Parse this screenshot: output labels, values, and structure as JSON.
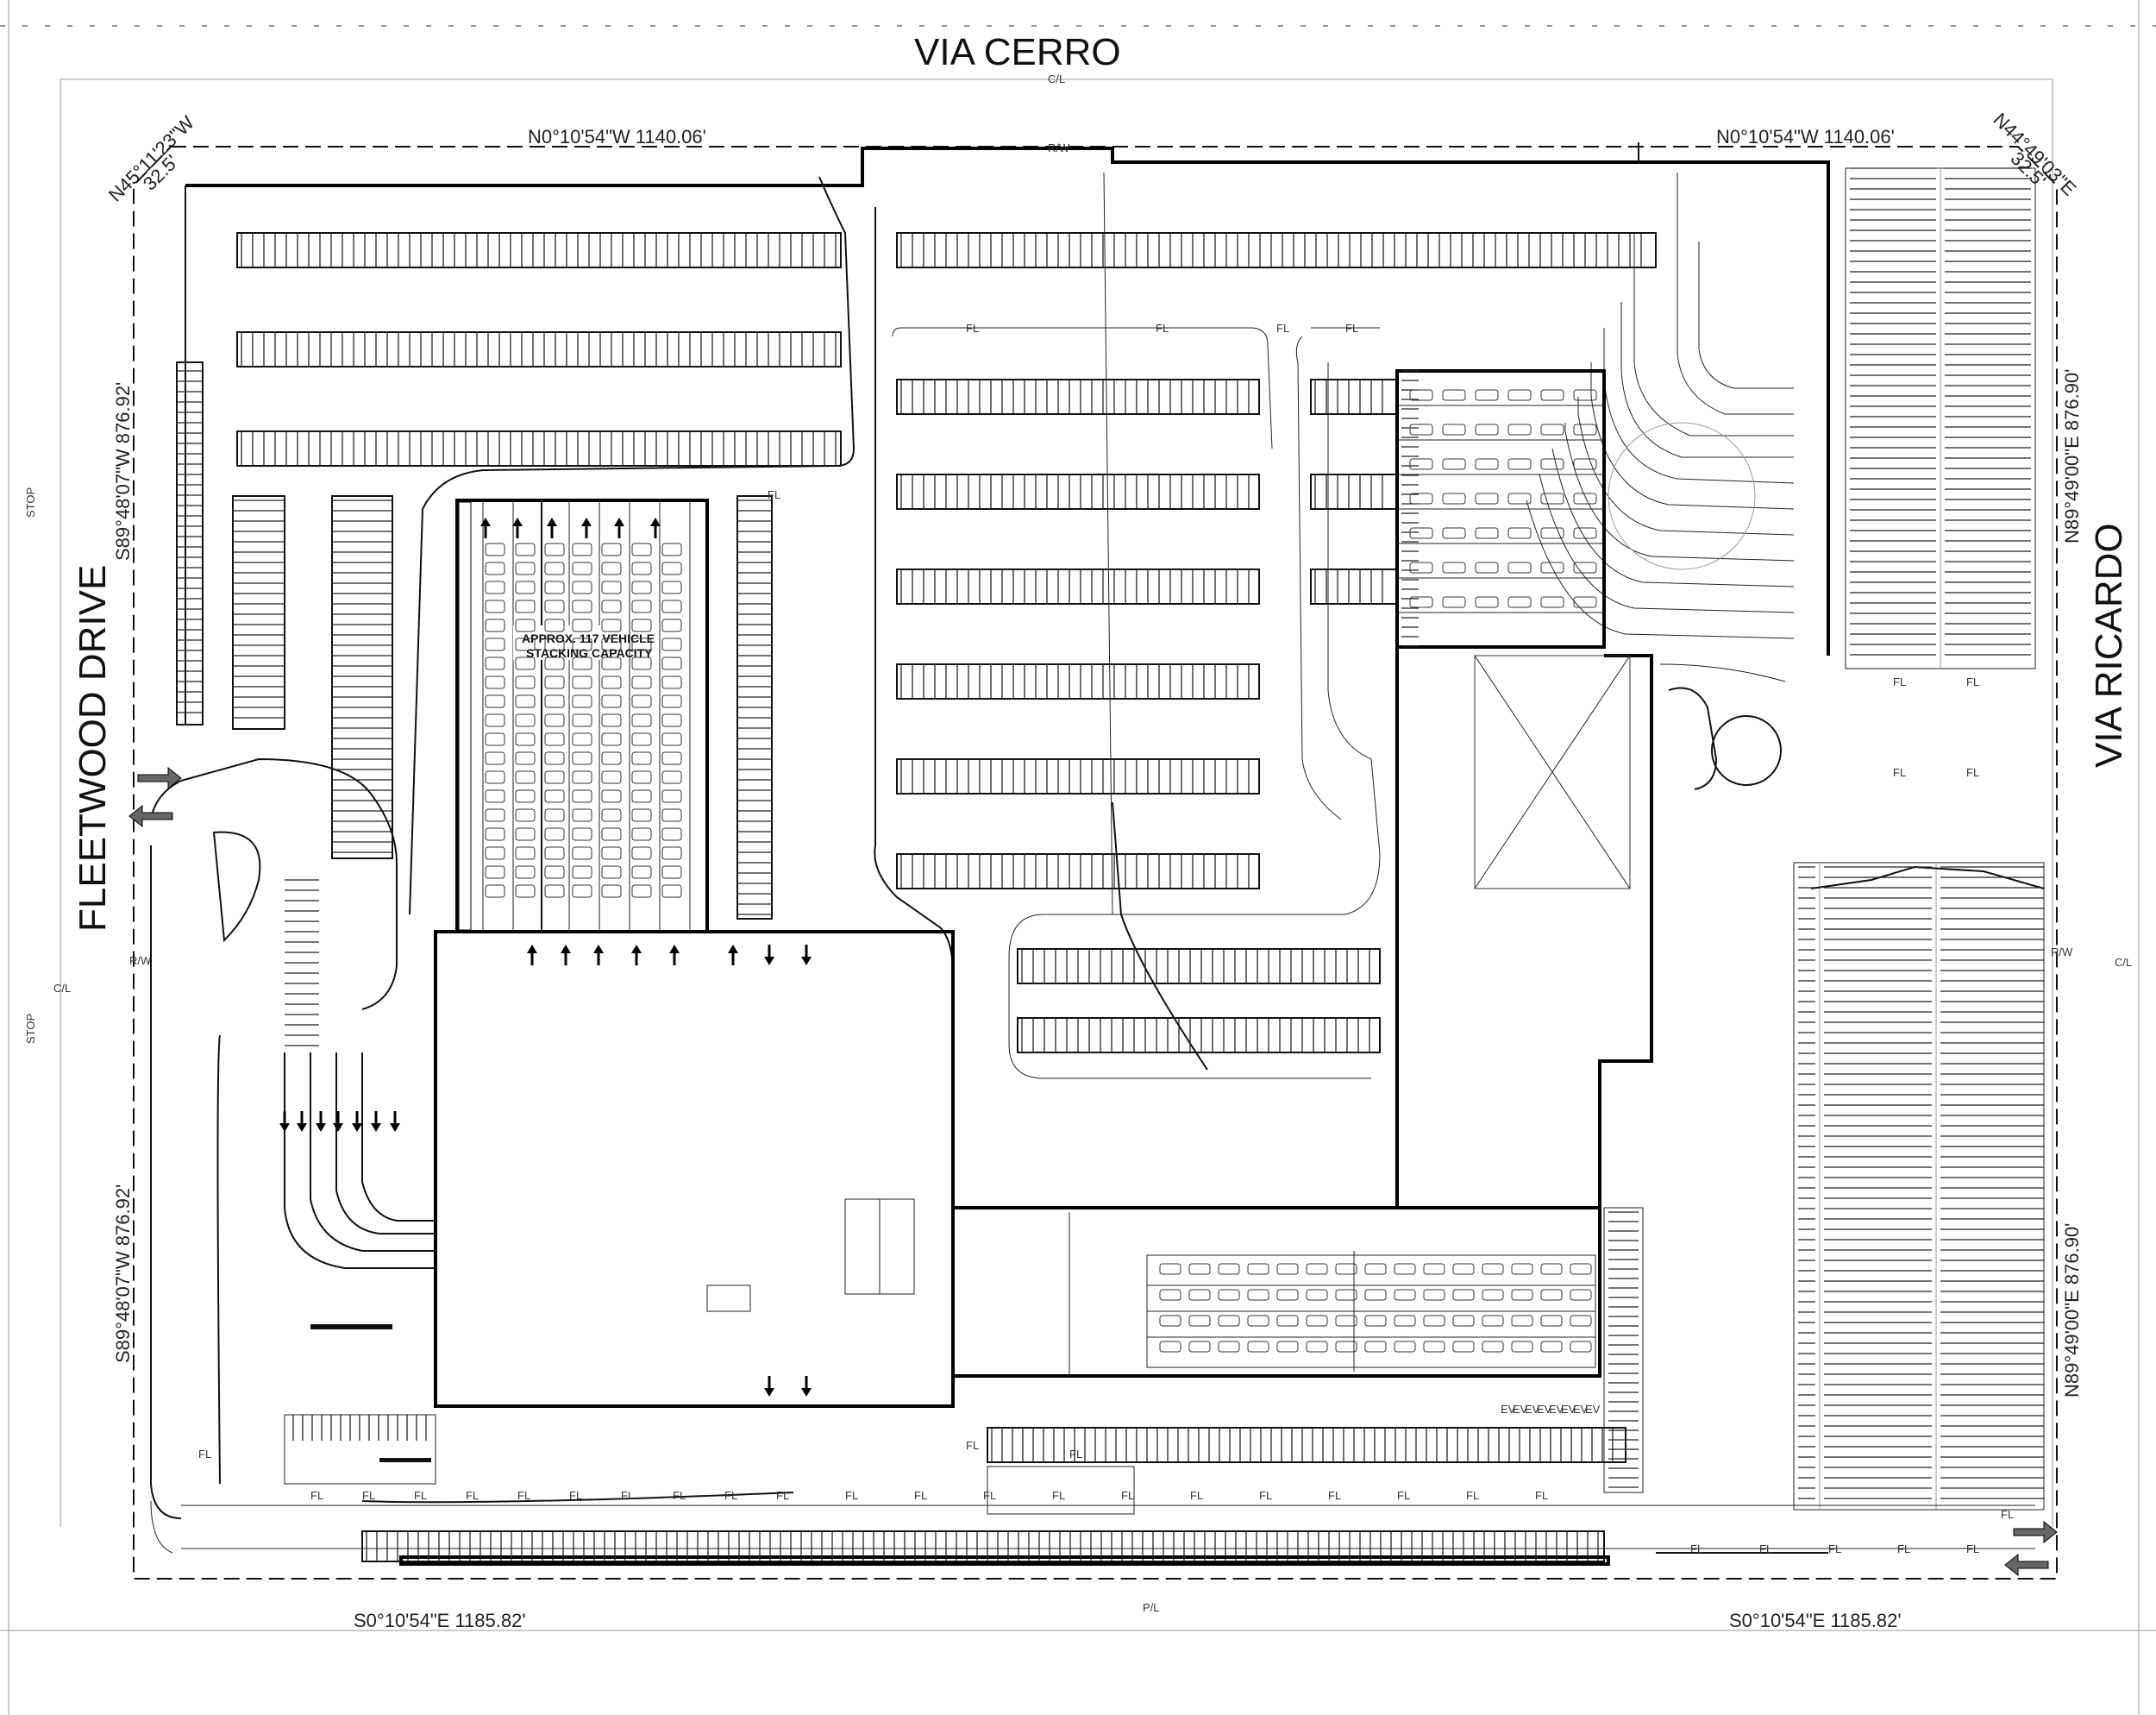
{
  "streets": {
    "north": "VIA CERRO",
    "west": "FLEETWOOD DRIVE",
    "east": "VIA RICARDO"
  },
  "line_labels": {
    "centerline": "C/L",
    "right_of_way": "R/W",
    "property_line": "P/L",
    "flow_line": "FL",
    "stop": "STOP"
  },
  "bearings": {
    "north_left": "N0°10'54\"W  1140.06'",
    "north_right": "N0°10'54\"W  1140.06'",
    "northwest_corner": "N45°11'23\"W",
    "northwest_corner_dist": "32.5'",
    "northeast_corner": "N44°49'03\"E",
    "northeast_corner_dist": "32.5'",
    "west_upper": "S89°48'07\"W  876.92'",
    "west_lower": "S89°48'07\"W  876.92'",
    "east_upper": "N89°49'00\"E  876.90'",
    "east_lower": "N89°49'00\"E  876.90'",
    "south_left": "S0°10'54\"E  1185.82'",
    "south_right": "S0°10'54\"E  1185.82'"
  },
  "annotations": {
    "stacking_line1": "APPROX. 117 VEHICLE",
    "stacking_line2": "STACKING CAPACITY",
    "ev_stall": "EV"
  }
}
